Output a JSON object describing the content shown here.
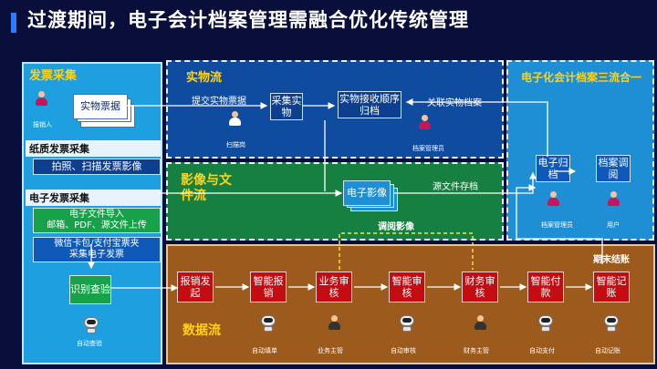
{
  "title": "过渡期间，电子会计档案管理需融合优化传统管理",
  "left_panel": {
    "header": "发票采集",
    "invoice_box": "实物票据",
    "reimburser": "报销人",
    "paper_section": {
      "header": "纸质发票采集",
      "item": "拍照、扫描发票影像"
    },
    "e_section": {
      "header": "电子发票采集",
      "item1": "电子文件导入\n邮箱、PDF、源文件上传",
      "item2": "微信卡包/支付宝票夹\n采集电子发票"
    },
    "verify_box": "识别查验",
    "verify_bot": "自动查验"
  },
  "physical_flow": {
    "header": "实物流",
    "submit_label": "提交实物票据",
    "collect_box": "采集实物",
    "scanner": "扫描岗",
    "receive_box": "实物接收顺序归档",
    "archive_mgr": "档案管理员",
    "link_label": "关联实物档案"
  },
  "image_flow": {
    "header": "影像与文件流",
    "doc_box": "电子影像",
    "store_label": "源文件存档",
    "view_label": "调阅影像"
  },
  "eacc": {
    "header": "电子化会计档案三流合一",
    "archive_box": "电子归档",
    "consult_box": "档案调阅",
    "archive_mgr": "档案管理员",
    "user": "用户"
  },
  "data_flow": {
    "header": "数据流",
    "period_end": "期末结账",
    "steps": [
      {
        "label": "报销发起",
        "actor": ""
      },
      {
        "label": "智能报销",
        "actor": "自动填单"
      },
      {
        "label": "业务审核",
        "actor": "业务主管"
      },
      {
        "label": "智能审核",
        "actor": "自动审核"
      },
      {
        "label": "财务审核",
        "actor": "财务主管"
      },
      {
        "label": "智能付款",
        "actor": "自动支付"
      },
      {
        "label": "智能记账",
        "actor": "自动记账"
      }
    ]
  },
  "colors": {
    "red": "#c40d12",
    "yellow": "#ffd21a",
    "green": "#17a24a"
  }
}
